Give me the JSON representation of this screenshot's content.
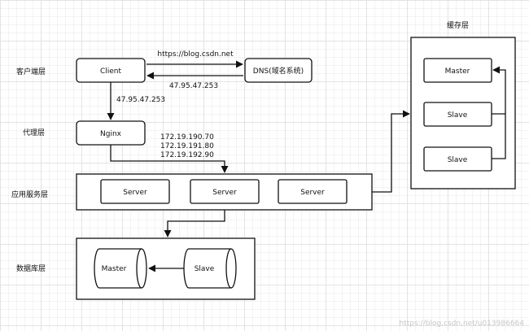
{
  "layers": {
    "client": "客户端层",
    "proxy": "代理层",
    "app": "应用服务层",
    "database": "数据库层",
    "cache": "缓存层"
  },
  "nodes": {
    "client": "Client",
    "dns": "DNS(域名系统)",
    "nginx": "Nginx",
    "server_1": "Server",
    "server_2": "Server",
    "server_3": "Server",
    "db_master": "Master",
    "db_slave": "Slave",
    "cache_master": "Master",
    "cache_slave_1": "Slave",
    "cache_slave_2": "Slave"
  },
  "edges": {
    "client_to_dns": "https://blog.csdn.net",
    "dns_to_client": "47.95.47.253",
    "client_to_nginx": "47.95.47.253",
    "nginx_upstream": [
      "172.19.190.70",
      "172.19.191.80",
      "172.19.192.90"
    ]
  },
  "watermark": "https://blog.csdn.net/u013986664"
}
